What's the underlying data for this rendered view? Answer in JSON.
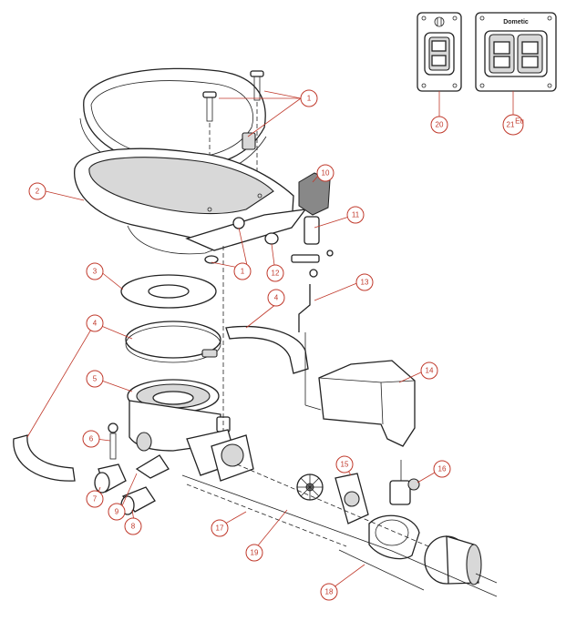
{
  "panels": {
    "switch_single": {
      "label": "20"
    },
    "switch_double": {
      "label": "21",
      "suffix": "Eu",
      "brand": "Dometic"
    }
  },
  "callouts": [
    {
      "id": "c1a",
      "label": "1"
    },
    {
      "id": "c1b",
      "label": "1"
    },
    {
      "id": "c2",
      "label": "2"
    },
    {
      "id": "c3",
      "label": "3"
    },
    {
      "id": "c4a",
      "label": "4"
    },
    {
      "id": "c4b",
      "label": "4"
    },
    {
      "id": "c5",
      "label": "5"
    },
    {
      "id": "c6",
      "label": "6"
    },
    {
      "id": "c7",
      "label": "7"
    },
    {
      "id": "c8",
      "label": "8"
    },
    {
      "id": "c9",
      "label": "9"
    },
    {
      "id": "c10",
      "label": "10"
    },
    {
      "id": "c11",
      "label": "11"
    },
    {
      "id": "c12",
      "label": "12"
    },
    {
      "id": "c13",
      "label": "13"
    },
    {
      "id": "c14",
      "label": "14"
    },
    {
      "id": "c15",
      "label": "15"
    },
    {
      "id": "c16",
      "label": "16"
    },
    {
      "id": "c17",
      "label": "17"
    },
    {
      "id": "c18",
      "label": "18"
    },
    {
      "id": "c19",
      "label": "19"
    }
  ],
  "colors": {
    "callout": "#c0392b",
    "line": "#222222"
  }
}
